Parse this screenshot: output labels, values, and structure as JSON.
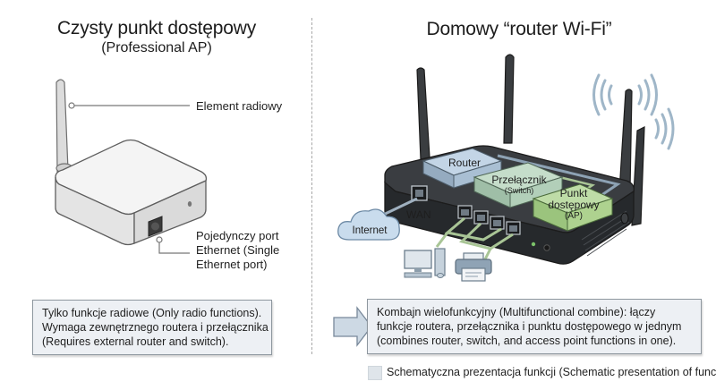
{
  "left": {
    "title": "Czysty punkt dostępowy",
    "subtitle": "(Professional AP)",
    "callouts": {
      "radio": "Element radiowy",
      "port_lines": [
        "Pojedynczy port",
        "Ethernet (Single",
        "Ethernet port)"
      ]
    },
    "info_lines": [
      "Tylko funkcje radiowe (Only radio functions).",
      "Wymaga zewnętrznego routera i przełącznika",
      "(Requires external router and switch)."
    ]
  },
  "right": {
    "title": "Domowy “router Wi-Fi”",
    "modules": {
      "router": "Router",
      "switch": "Przełącznik",
      "switch_en": "(Switch)",
      "ap_1": "Punkt",
      "ap_2": "dostępowy",
      "ap_en": "(AP)"
    },
    "wan_label": "WAN",
    "cloud_label": "Internet",
    "info_lines": [
      "Kombajn wielofunkcyjny (Multifunctional combine): łączy",
      "funkcje routera, przełącznika i punktu dostępowego w jednym",
      "(combines router, switch, and access point functions in one)."
    ]
  },
  "legend": {
    "text": "Schematyczna prezentacja funkcji (Schematic presentation of functions).",
    "swatch_color": "#dfe5ea"
  },
  "colors": {
    "router_module": "#b9cde0",
    "switch_module": "#bcd6c3",
    "ap_module": "#b3d49d",
    "router_body": "#2b2e31",
    "cable": "#a9c596",
    "wifi_waves": "#9fb6c8"
  }
}
